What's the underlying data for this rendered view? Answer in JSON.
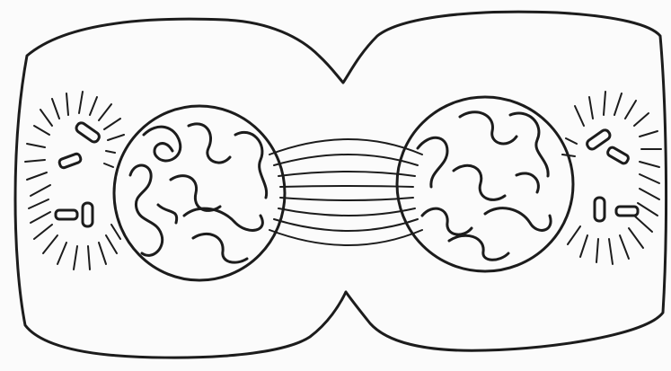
{
  "figure": {
    "subject": "telophase-cell-division",
    "ink_color": "#1c1c1c",
    "paper_color": "#fbfbfb",
    "parts": {
      "cell": "cell-membrane-cleavage",
      "nuclei": [
        "nucleus-left",
        "nucleus-right"
      ],
      "spindle": "spindle-fibers",
      "centrosomes": [
        "centrosome-left",
        "centrosome-right"
      ]
    }
  }
}
